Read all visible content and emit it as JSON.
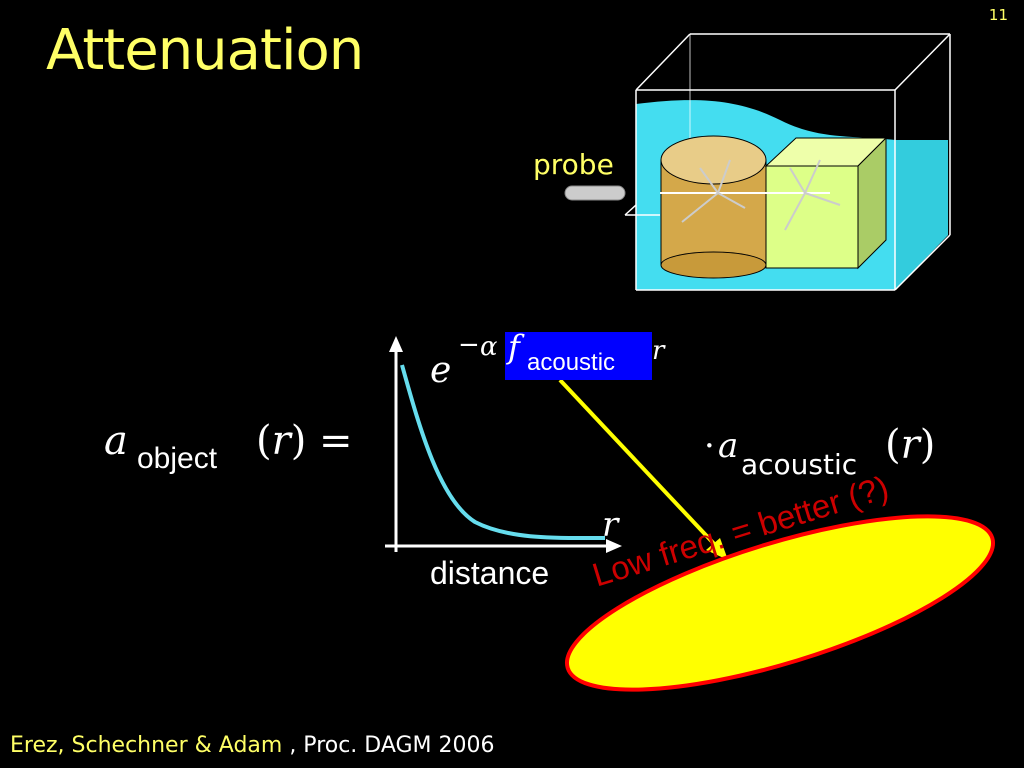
{
  "slide": {
    "number": "11",
    "title": "Attenuation"
  },
  "tank": {
    "probe_label": "probe",
    "colors": {
      "water": "#44ddf0",
      "cylinder": "#d4a84a",
      "cube": "#ddff88",
      "outline": "#ffffff"
    }
  },
  "equation": {
    "lhs_symbol": "a",
    "lhs_subscript": "object",
    "lhs_argument": "r",
    "exp_base": "e",
    "exp_minus": "−",
    "exp_alpha": "α",
    "exp_f": "f",
    "exp_f_subscript": "acoustic",
    "exp_r": "r",
    "rhs_dot": "·",
    "rhs_symbol": "a",
    "rhs_subscript": "acoustic",
    "rhs_argument": "r",
    "highlight_color": "#0000ff"
  },
  "plot": {
    "x_axis_label": "r",
    "caption": "distance",
    "curve_color": "#66ddee"
  },
  "callout": {
    "text": "Low freq. = better (?)",
    "fill": "#ffff00",
    "border": "#ff0000",
    "arrow_color": "#ffff00"
  },
  "citation": {
    "authors": "Erez, Schechner & Adam",
    "venue": " , Proc. DAGM 2006"
  }
}
